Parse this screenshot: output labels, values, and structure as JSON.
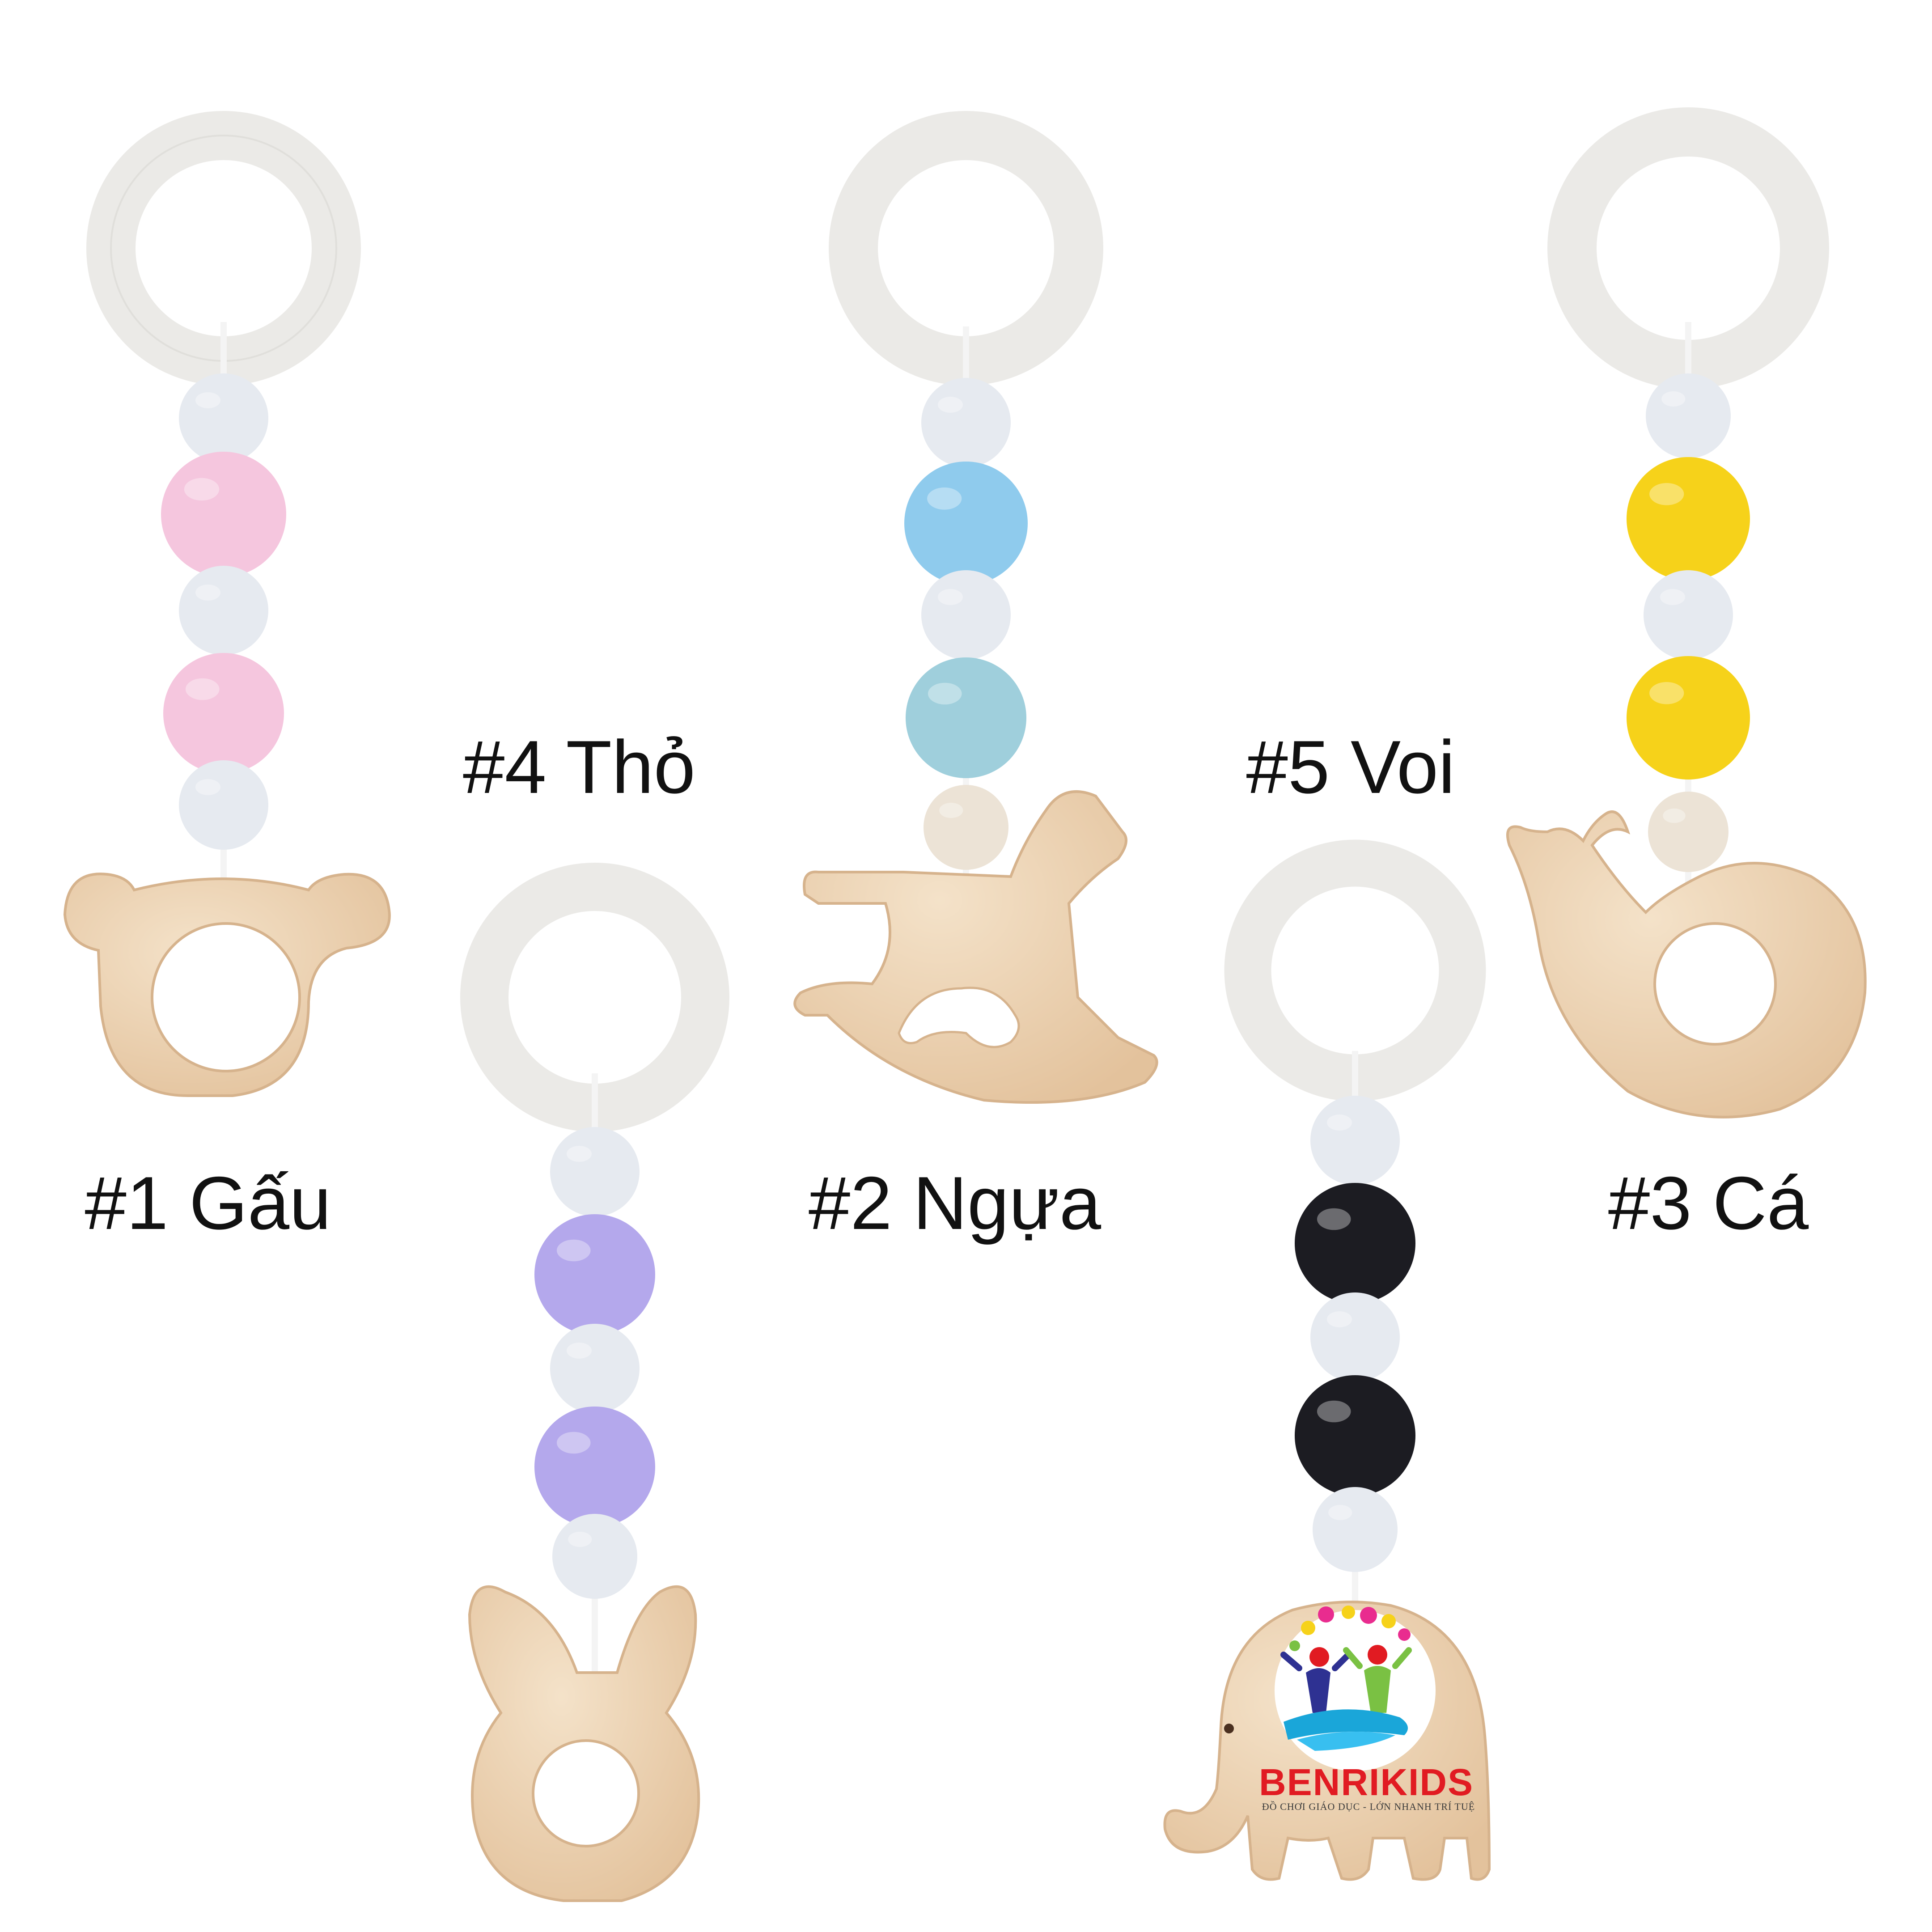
{
  "labels": {
    "bear": "#1 Gấu",
    "horse": "#2 Ngựa",
    "fish": "#3 Cá",
    "rabbit": "#4 Thỏ",
    "elephant": "#5 Voi"
  },
  "logo": {
    "brand": "BENRIKIDS",
    "tagline": "ĐỒ CHƠI GIÁO DỤC - LỚN NHANH TRÍ TUỆ"
  },
  "toys": [
    {
      "id": "bear-toy",
      "bead_colors": [
        "#e6eaf0",
        "#f5c6de",
        "#e6eaf0",
        "#f5c6de",
        "#e6eaf0"
      ]
    },
    {
      "id": "horse-toy",
      "bead_colors": [
        "#e6eaf0",
        "#8fcbed",
        "#e6eaf0",
        "#9fcfdc",
        "#ece3d6"
      ]
    },
    {
      "id": "fish-toy",
      "bead_colors": [
        "#e6eaf0",
        "#f6d21a",
        "#e6eaf0",
        "#f6d21a",
        "#ece3d6"
      ]
    },
    {
      "id": "rabbit-toy",
      "bead_colors": [
        "#e6eaf0",
        "#b4a8ec",
        "#e6eaf0",
        "#b4a8ec",
        "#e6eaf0"
      ]
    },
    {
      "id": "elephant-toy",
      "bead_colors": [
        "#e6eaf0",
        "#1c1c22",
        "#e6eaf0",
        "#1c1c22",
        "#e6eaf0"
      ]
    }
  ],
  "colors": {
    "ring": "#ededec",
    "wood": "#ecd4b4",
    "wood_edge": "#c9a37e",
    "label": "#111111",
    "brand": "#e11b22"
  }
}
